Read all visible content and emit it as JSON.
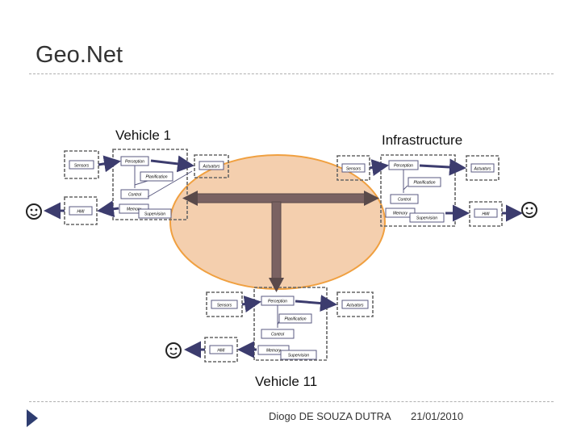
{
  "slide": {
    "title": "Geo.Net",
    "footer_author": "Diogo DE SOUZA DUTRA",
    "footer_date": "21/01/2010"
  },
  "nodes": {
    "vehicle1": {
      "label": "Vehicle 1",
      "sensors": "Sensors",
      "perception": "Perception",
      "actuators": "Actuators",
      "planification": "Planification",
      "control": "Control",
      "hmi": "HMI",
      "memory": "Memory",
      "supervision": "Supervision"
    },
    "infrastructure": {
      "label": "Infrastructure",
      "sensors": "Sensors",
      "perception": "Perception",
      "actuators": "Actuators",
      "planification": "Planification",
      "control": "Control",
      "hmi": "HMI",
      "memory": "Memory",
      "supervision": "Supervision"
    },
    "vehicle11": {
      "label": "Vehicle 11",
      "sensors": "Sensors",
      "perception": "Perception",
      "actuators": "Actuators",
      "planification": "Planification",
      "control": "Control",
      "hmi": "HMI",
      "memory": "Memory",
      "supervision": "Supervision"
    }
  },
  "colors": {
    "network_fill": "#f2c7a0",
    "network_stroke": "#f0a040",
    "link": "#7a6262",
    "box_stroke": "#5a5a80",
    "arrow": "#3c3c6e",
    "accent": "#2e3d70"
  },
  "icons": [
    "smiley-icon",
    "next-arrow-icon"
  ]
}
